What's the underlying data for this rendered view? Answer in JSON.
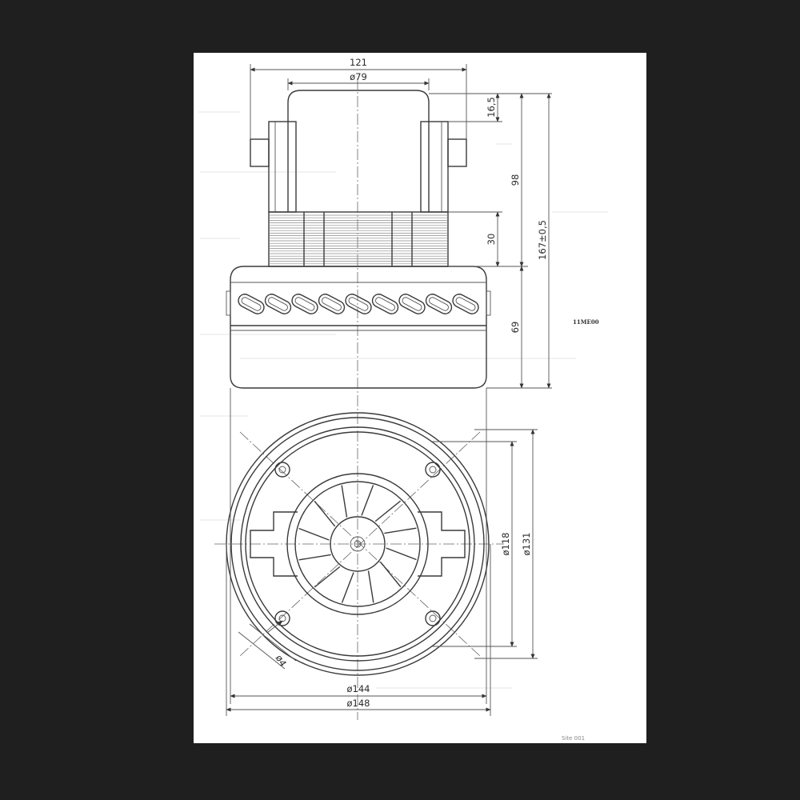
{
  "colors": {
    "background": "#1f1f1f",
    "sheet": "#ffffff",
    "ink": "#3a3a3a"
  },
  "drawing": {
    "model_label": "11ME00",
    "corner_stamp": "Site 001",
    "dimensions": {
      "top_width": "121",
      "top_bore": "ø79",
      "brush_offset": "16,5",
      "top_section_height": "98",
      "stack_height": "30",
      "overall_height": "167±0,5",
      "housing_height": "69",
      "inner_diameter": "ø118",
      "outer_flange_diameter": "ø131",
      "hole_diameter": "ø4",
      "base_diameter_inner": "ø144",
      "base_diameter_outer": "ø148"
    }
  }
}
